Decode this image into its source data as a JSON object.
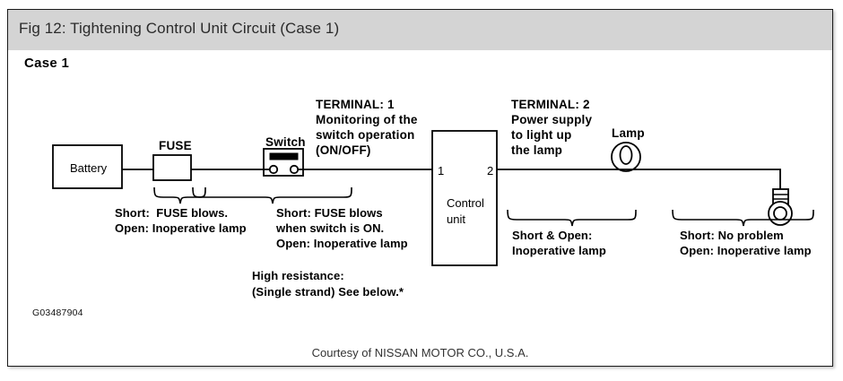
{
  "figure": {
    "title": "Fig 12: Tightening Control Unit Circuit (Case 1)",
    "case_label": "Case 1",
    "image_code": "G03487904",
    "courtesy": "Courtesy of NISSAN MOTOR CO., U.S.A."
  },
  "components": {
    "battery": "Battery",
    "fuse": "FUSE",
    "switch": "Switch",
    "control_unit_line1": "Control",
    "control_unit_line2": "unit",
    "terminal_1_number": "1",
    "terminal_2_number": "2",
    "lamp": "Lamp"
  },
  "terminal_notes": {
    "terminal1": {
      "line1": "TERMINAL: 1",
      "line2": "Monitoring of the",
      "line3": "switch operation",
      "line4": "(ON/OFF)"
    },
    "terminal2": {
      "line1": "TERMINAL: 2",
      "line2": "Power supply",
      "line3": "to light up",
      "line4": "the lamp"
    }
  },
  "fault_notes": {
    "battery_to_fuse": {
      "line1": "Short:  FUSE blows.",
      "line2": "Open: Inoperative lamp"
    },
    "fuse_to_switch": {
      "line1": "Short: FUSE blows",
      "line2": "when switch is ON.",
      "line3": "Open: Inoperative lamp"
    },
    "high_resistance": {
      "line1": "High resistance:",
      "line2": "(Single strand) See below.*"
    },
    "control_to_lamp": {
      "line1": "Short & Open:",
      "line2": "Inoperative lamp"
    },
    "lamp_to_ground": {
      "line1": "Short: No problem",
      "line2": "Open: Inoperative lamp"
    }
  },
  "colors": {
    "header_bg": "#d4d4d4",
    "panel_border": "#1a1a1a",
    "ink": "#000000"
  }
}
